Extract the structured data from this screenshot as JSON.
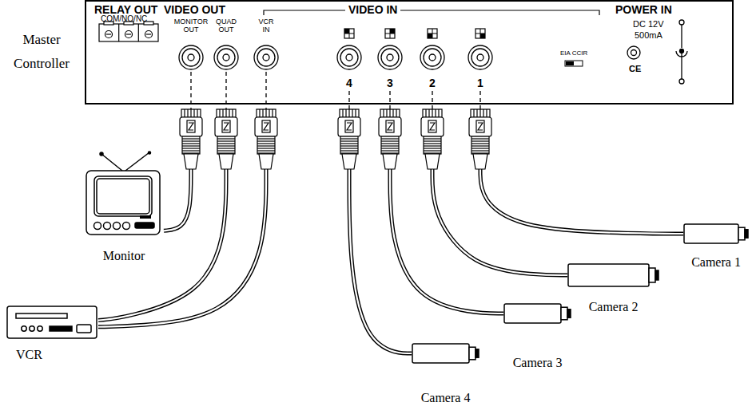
{
  "diagram": {
    "nodes": [
      {
        "text": [
          "Master Controller"
        ]
      },
      {
        "text": [
          "MONITOR OUT"
        ],
        "in": 0
      },
      {
        "text": [
          "QUAD OUT"
        ],
        "in": 0
      },
      {
        "text": [
          "VCR IN"
        ],
        "in": 0
      },
      {
        "text": [
          "4"
        ],
        "in": 0
      },
      {
        "text": [
          "3"
        ],
        "in": 0
      },
      {
        "text": [
          "2"
        ],
        "in": 0
      },
      {
        "text": [
          "1"
        ],
        "in": 0
      },
      {
        "text": [
          "Monitor"
        ]
      },
      {
        "text": [
          "Camera 1"
        ]
      },
      {
        "text": [
          "Camera 2"
        ]
      },
      {
        "text": [
          "Camera 3"
        ]
      },
      {
        "text": [
          "VCR"
        ]
      },
      {
        "text": [
          "Camera 4"
        ]
      }
    ],
    "edges": [
      {
        "from": 1,
        "to": 8,
        "arrow": "none"
      },
      {
        "from": 2,
        "to": 12,
        "arrow": "none"
      },
      {
        "from": 3,
        "to": 12,
        "arrow": "none"
      },
      {
        "from": 4,
        "to": 13,
        "arrow": "none"
      },
      {
        "from": 5,
        "to": 11,
        "arrow": "none"
      },
      {
        "from": 6,
        "to": 10,
        "arrow": "none"
      },
      {
        "from": 7,
        "to": 9,
        "arrow": "none"
      }
    ],
    "labels": [
      "RELAY OUT",
      "COM/NO/NC",
      "VIDEO OUT",
      "VIDEO IN",
      "POWER IN",
      "DC 12V",
      "500mA",
      "EIA CCIR",
      "CE"
    ]
  }
}
